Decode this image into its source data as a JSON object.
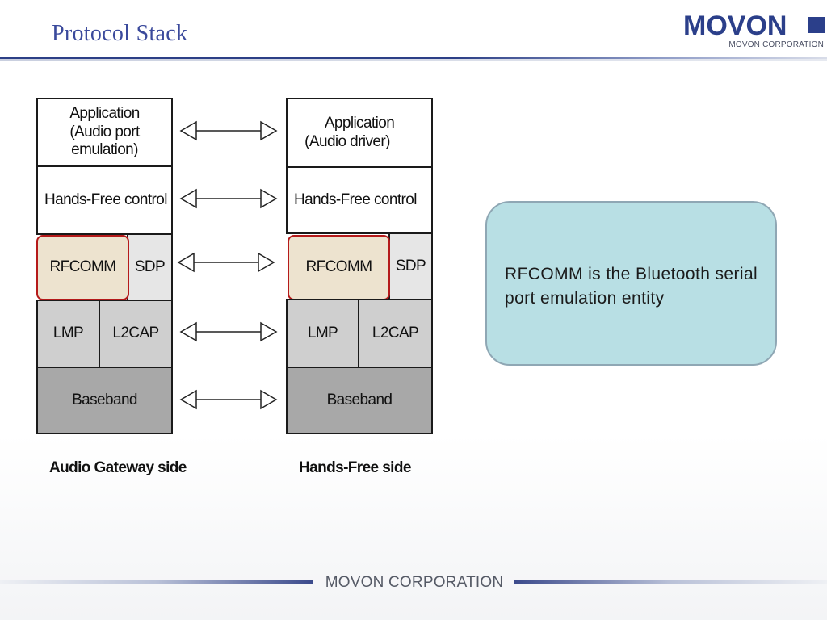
{
  "slide": {
    "title": "Protocol Stack",
    "logo": {
      "word": "MOVON",
      "sub": "MOVON CORPORATION"
    },
    "footer": "MOVON CORPORATION"
  },
  "diagram": {
    "left": {
      "label": "Audio Gateway side",
      "application_line1": "Application",
      "application_line2": "(Audio port emulation)",
      "hf_control": "Hands-Free control",
      "rfcomm": "RFCOMM",
      "sdp": "SDP",
      "lmp": "LMP",
      "l2cap": "L2CAP",
      "baseband": "Baseband"
    },
    "right": {
      "label": "Hands-Free side",
      "application_line1": "Application",
      "application_line2": "(Audio driver)",
      "hf_control": "Hands-Free control",
      "rfcomm": "RFCOMM",
      "sdp": "SDP",
      "lmp": "LMP",
      "l2cap": "L2CAP",
      "baseband": "Baseband"
    },
    "highlight_color": "#b51a1a",
    "callout_color": "#b8dfe4"
  },
  "callout": {
    "text": "RFCOMM is the Bluetooth serial port emulation entity"
  }
}
